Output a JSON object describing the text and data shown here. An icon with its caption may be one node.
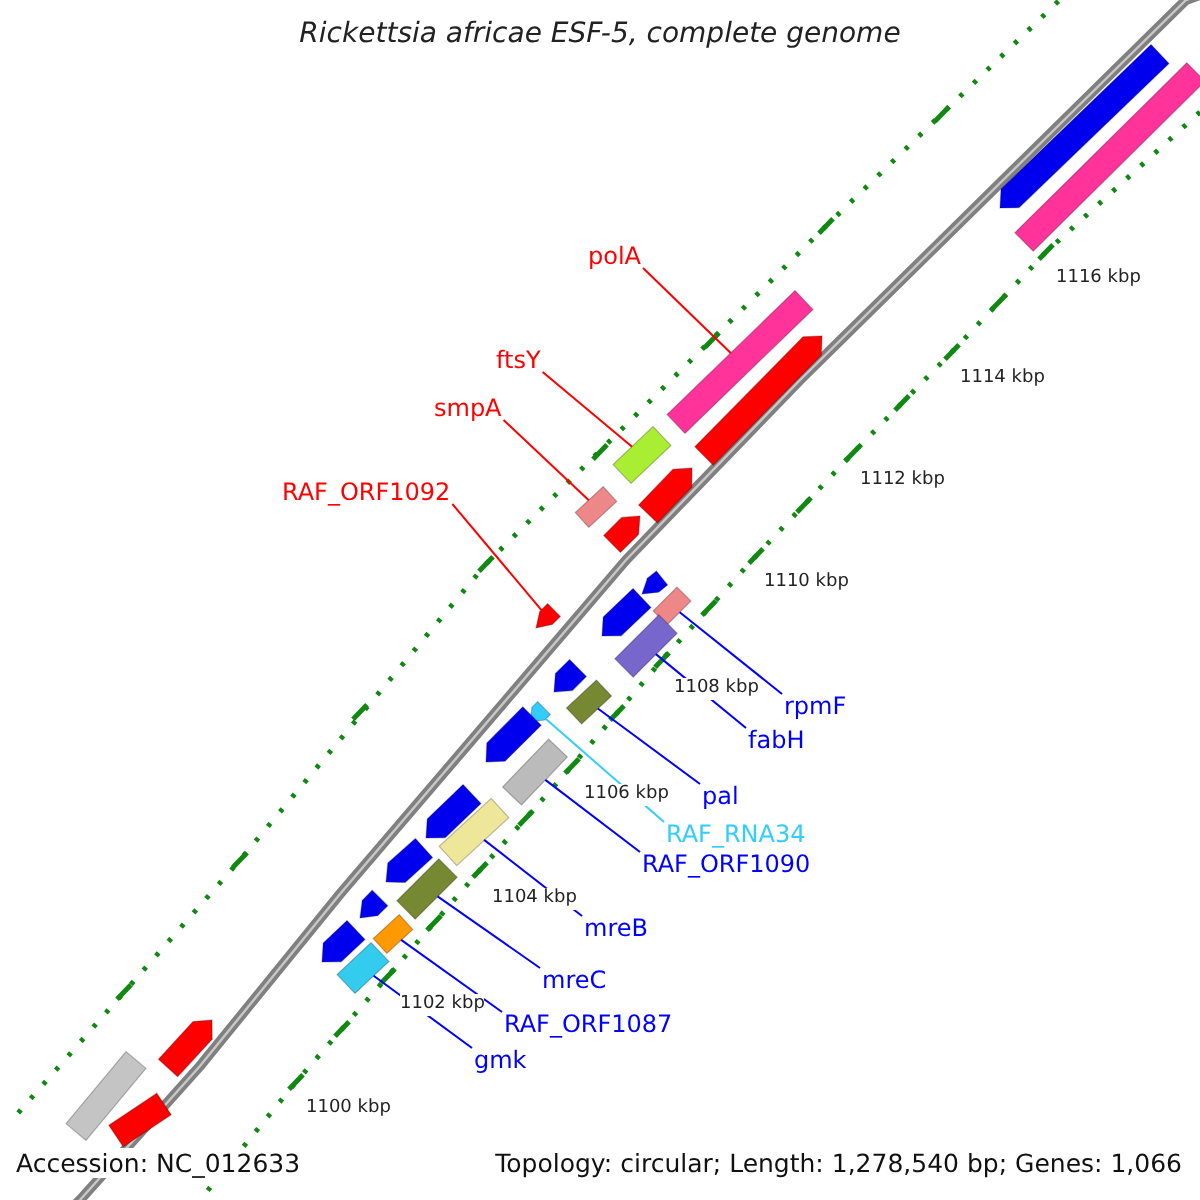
{
  "diagram": {
    "title": "Rickettsia africae ESF-5, complete genome",
    "nodes": [
      {
        "text": [
          "polA"
        ]
      },
      {
        "text": [],
        "shape": "box"
      },
      {
        "text": [
          "ftsY"
        ]
      },
      {
        "text": [],
        "shape": "box"
      },
      {
        "text": [
          "smpA"
        ]
      },
      {
        "text": [],
        "shape": "box"
      },
      {
        "text": [
          "RAF_ORF1092"
        ]
      },
      {
        "text": [],
        "shape": "arrow"
      },
      {
        "text": [
          "rpmF"
        ]
      },
      {
        "text": [],
        "shape": "box"
      },
      {
        "text": [
          "fabH"
        ]
      },
      {
        "text": [],
        "shape": "box"
      },
      {
        "text": [
          "pal"
        ]
      },
      {
        "text": [],
        "shape": "box"
      },
      {
        "text": [
          "RAF_RNA34"
        ]
      },
      {
        "text": [],
        "shape": "arrow"
      },
      {
        "text": [
          "RAF_ORF1090"
        ]
      },
      {
        "text": [],
        "shape": "box"
      },
      {
        "text": [
          "mreB"
        ]
      },
      {
        "text": [],
        "shape": "box"
      },
      {
        "text": [
          "mreC"
        ]
      },
      {
        "text": [],
        "shape": "box"
      },
      {
        "text": [
          "RAF_ORF1087"
        ]
      },
      {
        "text": [],
        "shape": "box"
      },
      {
        "text": [
          "gmk"
        ]
      },
      {
        "text": [],
        "shape": "box"
      },
      {
        "text": [],
        "shape": "arrow"
      },
      {
        "text": [],
        "shape": "box"
      },
      {
        "text": [],
        "shape": "arrow"
      },
      {
        "text": [],
        "shape": "arrow"
      },
      {
        "text": [],
        "shape": "arrow"
      },
      {
        "text": [],
        "shape": "arrow"
      },
      {
        "text": [],
        "shape": "arrow"
      },
      {
        "text": [],
        "shape": "arrow"
      },
      {
        "text": [],
        "shape": "arrow"
      },
      {
        "text": [],
        "shape": "arrow"
      },
      {
        "text": [],
        "shape": "arrow"
      },
      {
        "text": [],
        "shape": "arrow"
      },
      {
        "text": [],
        "shape": "arrow"
      },
      {
        "text": [],
        "shape": "arrow"
      },
      {
        "text": [],
        "shape": "box"
      },
      {
        "text": [],
        "shape": "box"
      }
    ],
    "edges": [
      {
        "from": 0,
        "to": 1,
        "arrow": "none",
        "color": "#ff0000"
      },
      {
        "from": 2,
        "to": 3,
        "arrow": "none",
        "color": "#ff0000"
      },
      {
        "from": 4,
        "to": 5,
        "arrow": "none",
        "color": "#ff0000"
      },
      {
        "from": 6,
        "to": 7,
        "arrow": "none",
        "color": "#ff0000"
      },
      {
        "from": 8,
        "to": 9,
        "arrow": "none"
      },
      {
        "from": 10,
        "to": 11,
        "arrow": "none"
      },
      {
        "from": 12,
        "to": 13,
        "arrow": "none"
      },
      {
        "from": 14,
        "to": 15,
        "arrow": "none",
        "color": "#33ccff"
      },
      {
        "from": 16,
        "to": 17,
        "arrow": "none"
      },
      {
        "from": 18,
        "to": 19,
        "arrow": "none"
      },
      {
        "from": 20,
        "to": 21,
        "arrow": "none"
      },
      {
        "from": 22,
        "to": 23,
        "arrow": "none"
      },
      {
        "from": 24,
        "to": 25,
        "arrow": "none"
      }
    ],
    "labels": [
      "1116 kbp",
      "1114 kbp",
      "1112 kbp",
      "1110 kbp",
      "1108 kbp",
      "1106 kbp",
      "1104 kbp",
      "1102 kbp",
      "1100 kbp",
      "Accession: NC_012633",
      "Topology: circular; Length: 1,278,540 bp; Genes: 1,066"
    ]
  }
}
